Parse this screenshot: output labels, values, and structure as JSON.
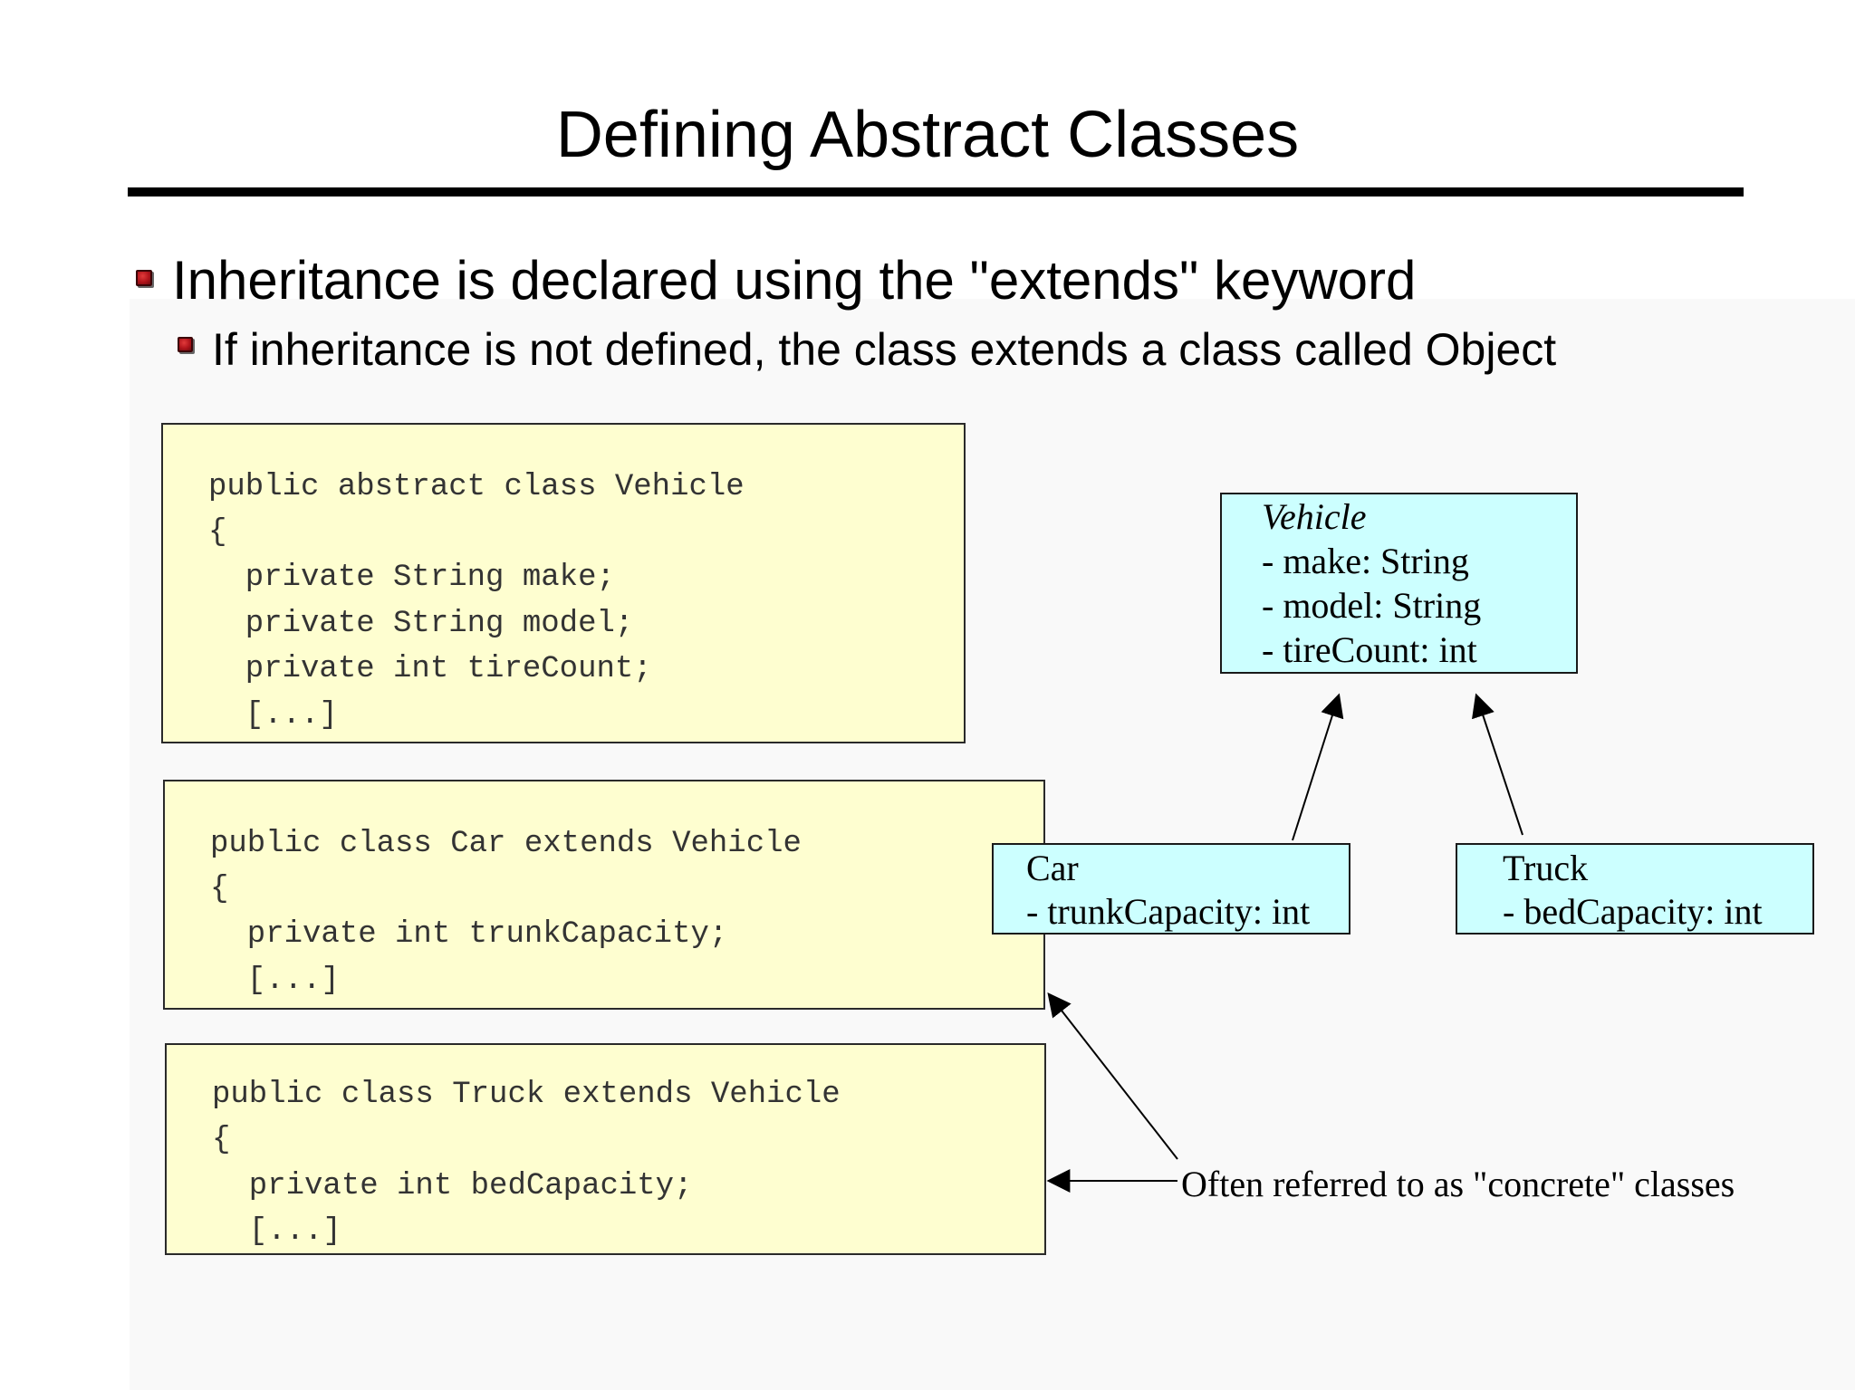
{
  "slide": {
    "title": "Defining Abstract Classes",
    "bullets": [
      "Inheritance is declared using the \"extends\" keyword",
      "If inheritance is not defined, the class extends a class called Object"
    ]
  },
  "code_blocks": {
    "vehicle": [
      "public abstract class Vehicle",
      "{",
      "  private String make;",
      "  private String model;",
      "  private int tireCount;",
      "  [...]"
    ],
    "car": [
      "public class Car extends Vehicle",
      "{",
      "  private int trunkCapacity;",
      "  [...]"
    ],
    "truck": [
      "public class Truck extends Vehicle",
      "{",
      "  private int bedCapacity;",
      "  [...]"
    ]
  },
  "uml": {
    "vehicle": {
      "name": "Vehicle",
      "fields": [
        "- make: String",
        "- model: String",
        "- tireCount: int"
      ]
    },
    "car": {
      "name": "Car",
      "fields": [
        "- trunkCapacity: int"
      ]
    },
    "truck": {
      "name": "Truck",
      "fields": [
        "- bedCapacity: int"
      ]
    }
  },
  "caption": "Often referred to as \"concrete\" classes",
  "colors": {
    "code_bg": "#fefed0",
    "uml_bg": "#ccffff",
    "bullet": "#b0141b"
  }
}
